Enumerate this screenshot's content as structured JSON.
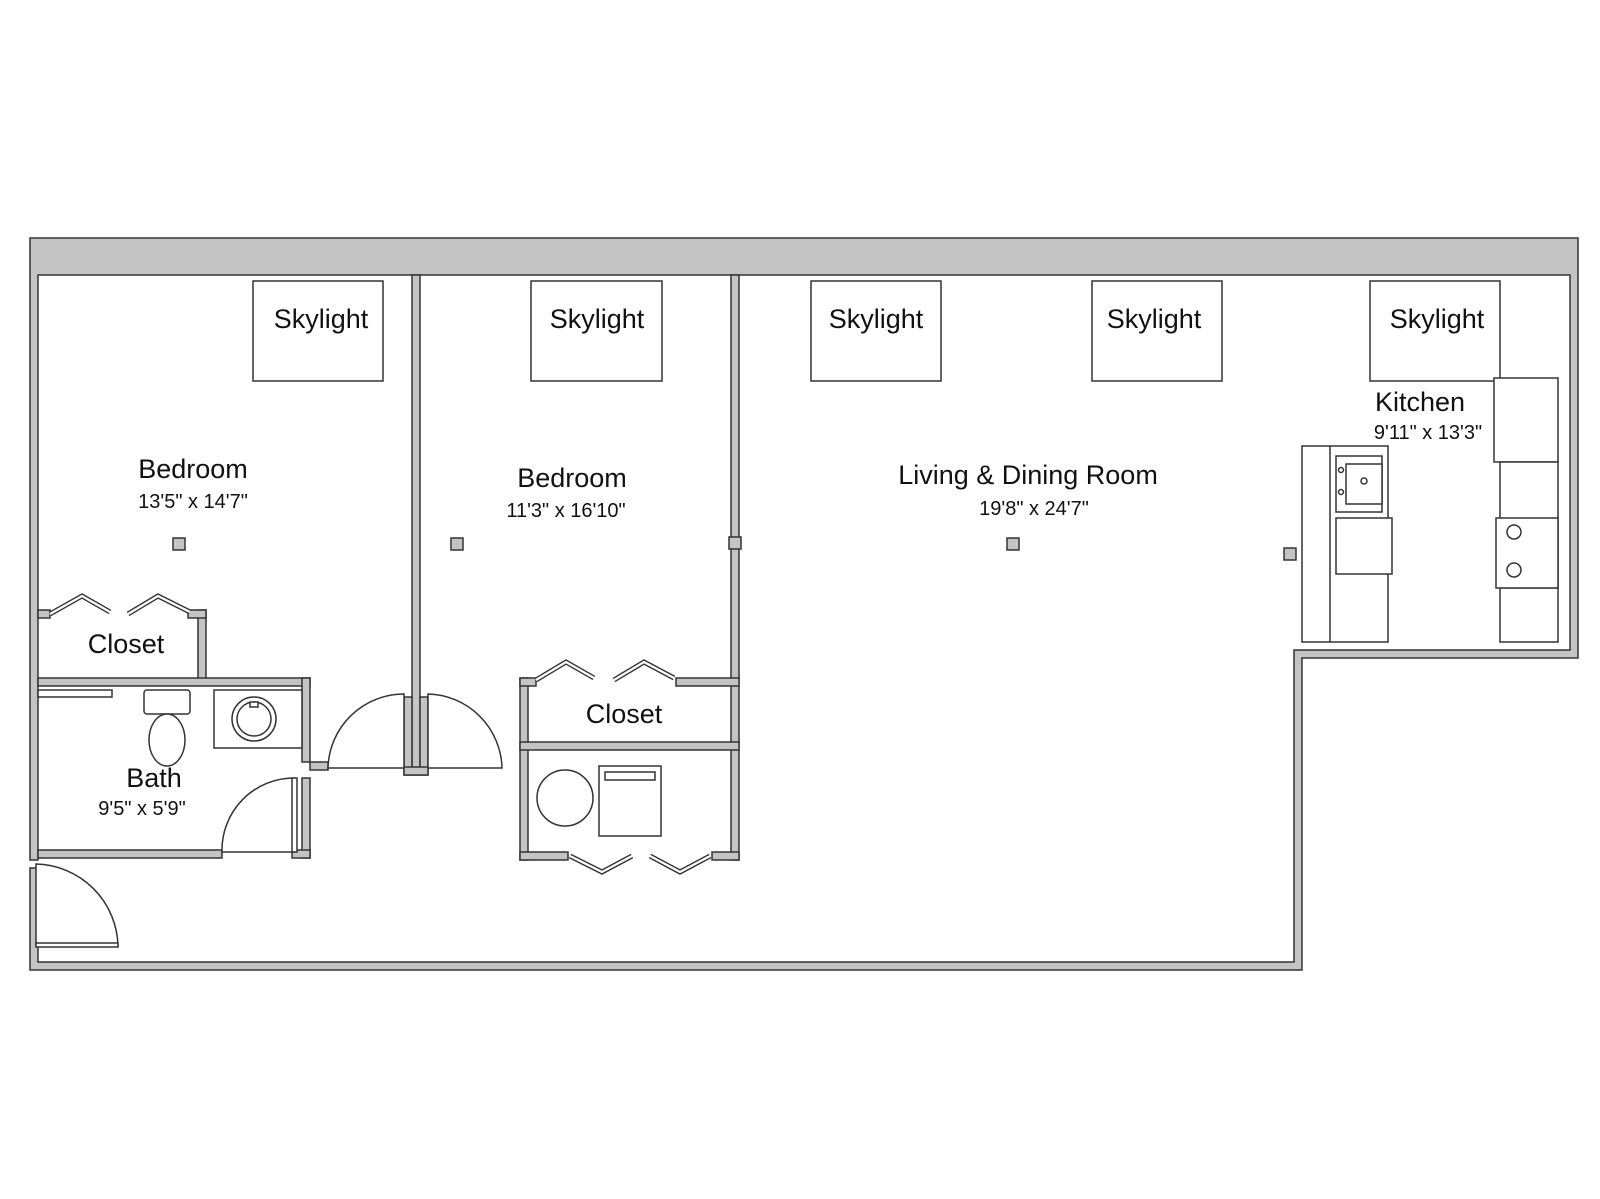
{
  "floor_plan": {
    "skylight_label": "Skylight",
    "rooms": {
      "bedroom_1": {
        "name": "Bedroom",
        "dimensions": "13'5\" x 14'7\""
      },
      "bedroom_2": {
        "name": "Bedroom",
        "dimensions": "11'3\" x 16'10\""
      },
      "living_dining": {
        "name": "Living  & Dining Room",
        "dimensions": "19'8\" x 24'7\""
      },
      "kitchen": {
        "name": "Kitchen",
        "dimensions": "9'11\" x 13'3\""
      },
      "bath": {
        "name": "Bath",
        "dimensions": "9'5\" x 5'9\""
      },
      "closet_1": {
        "name": "Closet"
      },
      "closet_2": {
        "name": "Closet"
      }
    },
    "colors": {
      "wall_fill": "#c4c4c4",
      "line": "#333333",
      "background": "#ffffff"
    }
  }
}
